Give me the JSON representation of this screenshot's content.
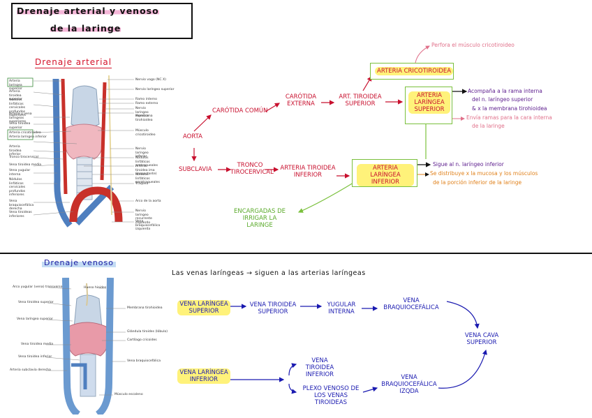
{
  "title": {
    "line1": "Drenaje arterial y venoso",
    "line2": "de la laringe"
  },
  "arterial": {
    "heading": "Drenaje arterial",
    "nodes": {
      "aorta": "AORTA",
      "carotida_comun": "CARÓTIDA COMÚN",
      "carotida_externa": "CARÓTIDA EXTERNA",
      "art_tiroidea_superior": "ART. TIROIDEA SUPERIOR",
      "arteria_cricotiroidea": "ARTERIA CRICOTIROIDEA",
      "arteria_laringea_superior": "ARTERIA LARÍNGEA SUPERIOR",
      "subclavia": "SUBCLAVIA",
      "tronco_tirocervical": "TRONCO TIROCERVICAL",
      "arteria_tiroidea_inferior": "ARTERIA TIROIDEA INFERIOR",
      "arteria_laringea_inferior": "ARTERIA LARÍNGEA INFERIOR",
      "encargadas": "ENCARGADAS DE IRRIGAR LA LARINGE"
    },
    "notes": {
      "perfora": "Perfora el músculo cricotiroideo",
      "acompana_1": "Acompaña a la rama interna",
      "acompana_2": "del n. laríngeo superior",
      "acompana_3": "& x la membrana tirohioidea",
      "envia_1": "Envía ramas para la cara interna",
      "envia_2": "de la laringe",
      "sigue": "Sigue al n. laríngeo inferior",
      "distribuye_1": "Se distribuye x la mucosa y los músculos",
      "distribuye_2": "de la porción inferior de la laringe"
    },
    "figure_labels_left": [
      "Arteria laríngea superior",
      "Arteria tiroidea superior",
      "Nódulos linfáticos cervicales profundos superiores",
      "Arteria y vena laríngeas superiores",
      "Vena tiroidea superior",
      "Arteria cricotiroidea",
      "Arteria laríngea inferior",
      "Arteria tiroidea inferior",
      "Tronco tirocervical",
      "Vena tiroidea media",
      "Vena yugular interna",
      "Nódulos linfáticos cervicales profundos inferiores",
      "Vena braquiocefálica derecha",
      "Vena tiroideas inferiores"
    ],
    "figure_labels_right": [
      "Nervio vago (NC X)",
      "Nervio laríngeo superior",
      "Ramo interno",
      "Ramo externo",
      "Nervio laríngeo superior",
      "Membrana tirohioidea",
      "Músculo cricotiroideo",
      "Nervio laríngeo inferior",
      "Nódulos linfáticos pretraqueales",
      "Arteria tiroidea ima (inconstante)",
      "Nódulos linfáticos paratraqueales",
      "Tráquea",
      "Arco de la aorta",
      "Nervio laríngeo recurrente izquierdo",
      "Vena braquiocefálica izquierda"
    ]
  },
  "venoso": {
    "heading": "Drenaje venoso",
    "intro": "Las venas laríngeas → siguen a las arterias laríngeas",
    "nodes": {
      "vena_laringea_superior": "VENA LARÍNGEA SUPERIOR",
      "vena_tiroidea_superior": "VENA TIROIDEA SUPERIOR",
      "yugular_interna": "YUGULAR INTERNA",
      "vena_braquiocefalica": "VENA BRAQUIOCEFÁLICA",
      "vena_cava_superior": "VENA CAVA SUPERIOR",
      "vena_laringea_inferior": "VENA LARÍNGEA INFERIOR",
      "vena_tiroidea_inferior": "VENA TIROIDEA INFERIOR",
      "plexo_venoso": "PLEXO VENOSO DE LOS VENAS TIROIDEAS",
      "vena_braquiocefalica_izq": "VENA BRAQUIOCEFÁLICA IZQDA"
    },
    "figure_labels_left": [
      "Arco yugular (vena) transverso",
      "Vena tiroidea superior",
      "Vena laríngea superior",
      "Vena tiroidea media",
      "Vena tiroidea inferior",
      "Arteria subclavia derecha"
    ],
    "figure_labels_right": [
      "Hueso hioides",
      "Membrana tirohioidea",
      "Glándula tiroides (lóbulo)",
      "Cartílago cricoides",
      "Vena braquiocefálica",
      "Músculo escaleno"
    ]
  },
  "colors": {
    "red": "#c8102e",
    "blue": "#1a1ab0",
    "green": "#7ac03c",
    "highlight": "#fff27a",
    "pink": "#f5b6d8"
  }
}
